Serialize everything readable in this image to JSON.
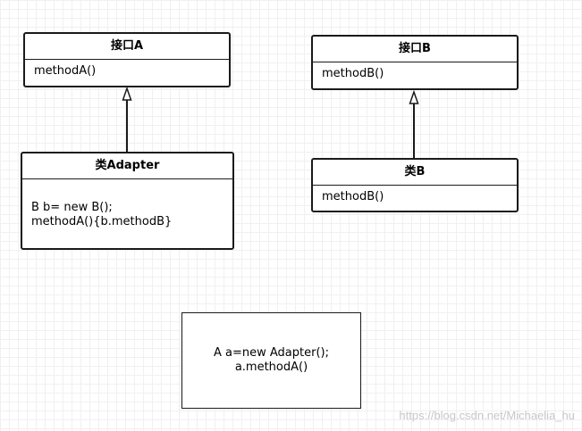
{
  "interface_a": {
    "title": "接口A",
    "method": "methodA()"
  },
  "interface_b": {
    "title": "接口B",
    "method": "methodB()"
  },
  "class_adapter": {
    "title": "类Adapter",
    "line1": "B b= new B();",
    "line2": "methodA(){b.methodB}"
  },
  "class_b": {
    "title": "类B",
    "method": "methodB()"
  },
  "client_note": {
    "line1": "A a=new Adapter();",
    "line2": "a.methodA()"
  },
  "watermark": "https://blog.csdn.net/Michaelia_hu"
}
